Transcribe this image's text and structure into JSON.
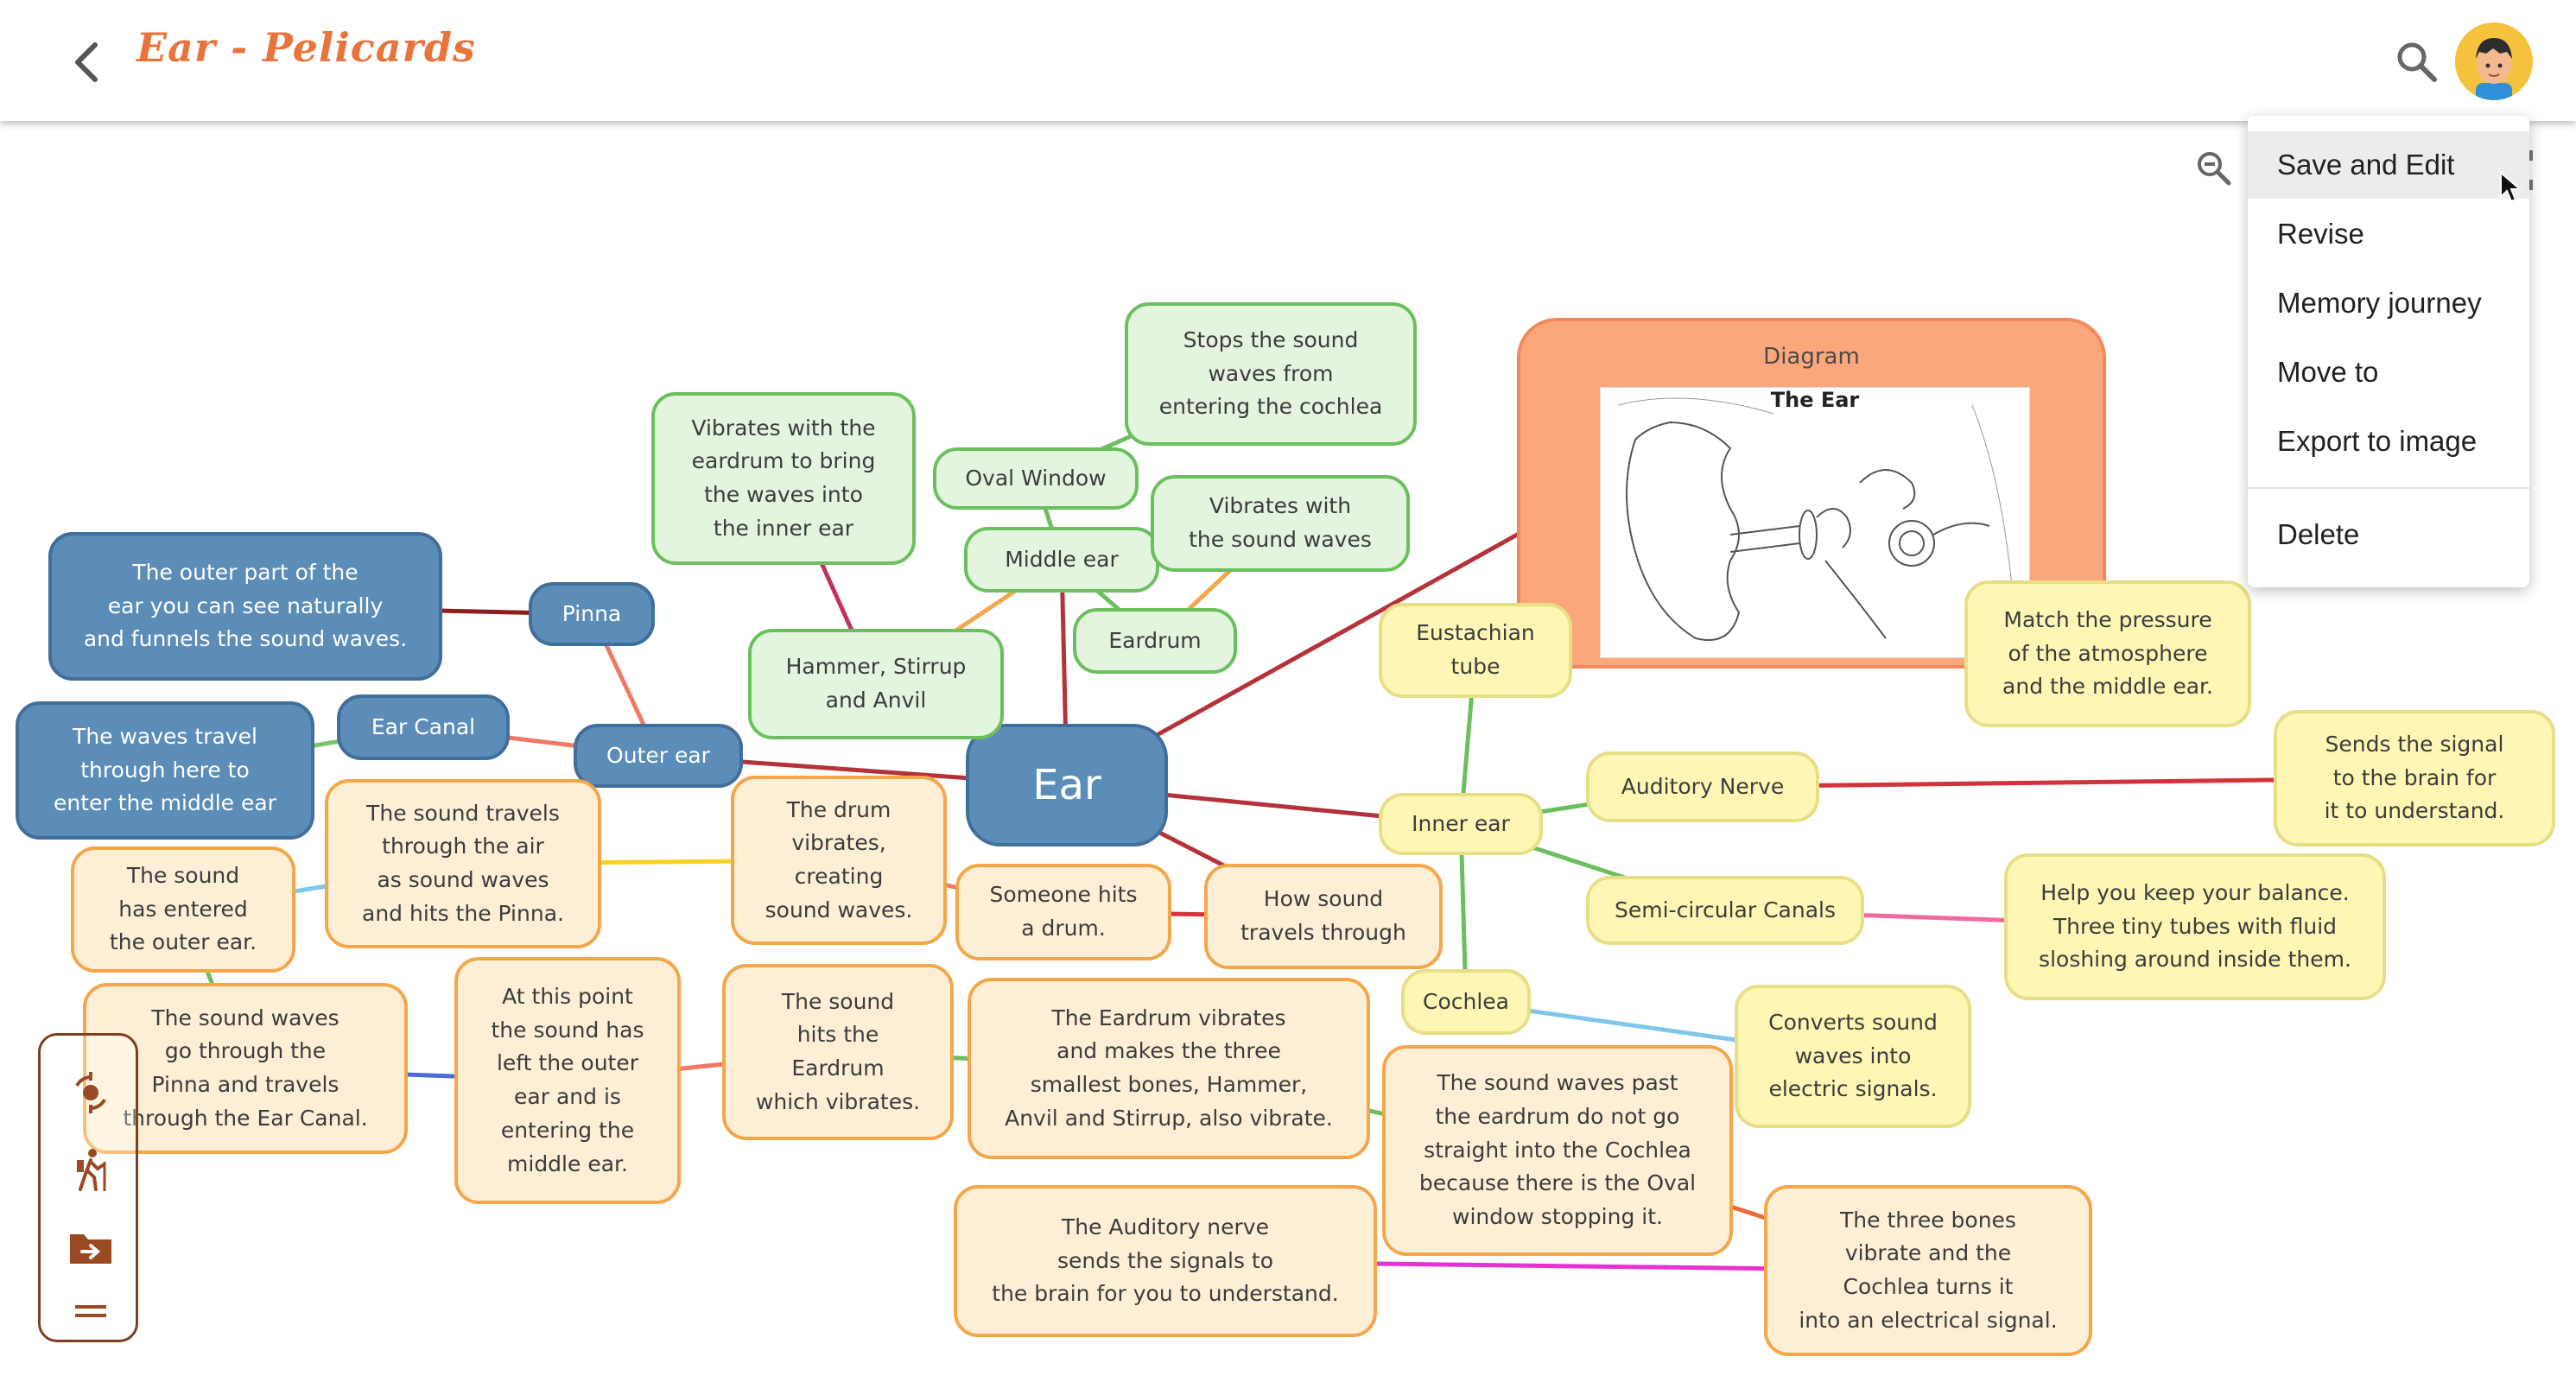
{
  "header": {
    "title": "Ear - Pelicards",
    "back_icon": "chevron-left-icon",
    "search_icon": "search-icon",
    "avatar_icon": "avatar-icon"
  },
  "menu": {
    "items": [
      "Save and Edit",
      "Revise",
      "Memory journey",
      "Move to",
      "Export to image"
    ],
    "delete": "Delete",
    "hovered_index": 0
  },
  "diagram": {
    "label": "Diagram",
    "image_title": "The Ear"
  },
  "mindmap": {
    "root": "Ear",
    "nodes": [
      {
        "id": "pinna_desc",
        "text": "The outer part of the\near you can see naturally\nand funnels the sound waves.",
        "style": "blue"
      },
      {
        "id": "pinna",
        "text": "Pinna",
        "style": "blue"
      },
      {
        "id": "earcanal_desc",
        "text": "The waves travel\nthrough here to\nenter the middle ear",
        "style": "blue"
      },
      {
        "id": "earcanal",
        "text": "Ear Canal",
        "style": "blue"
      },
      {
        "id": "outer",
        "text": "Outer ear",
        "style": "blue"
      },
      {
        "id": "hammer_desc",
        "text": "Vibrates with the\neardrum to bring\nthe waves into\nthe inner ear",
        "style": "green"
      },
      {
        "id": "oval",
        "text": "Oval Window",
        "style": "green"
      },
      {
        "id": "stops",
        "text": "Stops the sound\nwaves from\nentering the cochlea",
        "style": "green"
      },
      {
        "id": "middle",
        "text": "Middle ear",
        "style": "green"
      },
      {
        "id": "vibrates",
        "text": "Vibrates with\nthe sound waves",
        "style": "green"
      },
      {
        "id": "hammer",
        "text": "Hammer, Stirrup\nand Anvil",
        "style": "green"
      },
      {
        "id": "eardrum",
        "text": "Eardrum",
        "style": "green"
      },
      {
        "id": "eustachian",
        "text": "Eustachian\ntube",
        "style": "yellow"
      },
      {
        "id": "pressure",
        "text": "Match the pressure\nof the atmosphere\nand the middle ear.",
        "style": "yellow"
      },
      {
        "id": "signal",
        "text": "Sends the signal\nto the brain for\nit to understand.",
        "style": "yellow"
      },
      {
        "id": "auditory",
        "text": "Auditory Nerve",
        "style": "yellow"
      },
      {
        "id": "inner",
        "text": "Inner ear",
        "style": "yellow"
      },
      {
        "id": "semi",
        "text": "Semi-circular Canals",
        "style": "yellow"
      },
      {
        "id": "balance",
        "text": "Help you keep your balance.\nThree tiny tubes with fluid\nsloshing around inside them.",
        "style": "yellow"
      },
      {
        "id": "cochlea",
        "text": "Cochlea",
        "style": "yellow"
      },
      {
        "id": "converts",
        "text": "Converts sound\nwaves into\nelectric signals.",
        "style": "yellow"
      },
      {
        "id": "sound_entered",
        "text": "The sound\nhas entered\nthe outer ear.",
        "style": "orange"
      },
      {
        "id": "sound_travels",
        "text": "The sound travels\nthrough the air\nas sound waves\nand hits the Pinna.",
        "style": "orange"
      },
      {
        "id": "drum_vibrates",
        "text": "The drum\nvibrates,\ncreating\nsound waves.",
        "style": "orange"
      },
      {
        "id": "someone",
        "text": "Someone hits\na drum.",
        "style": "orange"
      },
      {
        "id": "how",
        "text": "How sound\ntravels through",
        "style": "orange"
      },
      {
        "id": "go_through",
        "text": "The sound waves\ngo through the\nPinna and travels\nthrough the Ear Canal.",
        "style": "orange"
      },
      {
        "id": "at_point",
        "text": "At this point\nthe sound has\nleft the outer\near and is\nentering the\nmiddle ear.",
        "style": "orange"
      },
      {
        "id": "hits_eardrum",
        "text": "The sound\nhits the\nEardrum\nwhich vibrates.",
        "style": "orange"
      },
      {
        "id": "eardrum_vib",
        "text": "The Eardrum vibrates\nand makes the three\nsmallest bones, Hammer,\nAnvil and Stirrup, also vibrate.",
        "style": "orange"
      },
      {
        "id": "past",
        "text": "The sound waves past\nthe eardrum do not go\nstraight into the Cochlea\nbecause there is the Oval\nwindow stopping it.",
        "style": "orange"
      },
      {
        "id": "nerve_sends",
        "text": "The Auditory nerve\nsends the signals to\nthe brain for you to understand.",
        "style": "orange"
      },
      {
        "id": "three_bones",
        "text": "The three bones\nvibrate and the\nCochlea turns it\ninto an electrical signal.",
        "style": "orange"
      }
    ]
  },
  "toolbar": {
    "icons": [
      "center-focus-icon",
      "hiking-icon",
      "move-folder-icon",
      "drag-handle-icon"
    ]
  },
  "colors": {
    "title": "#e8743b",
    "blue_node": "#5b8db8",
    "green_node": "#e3f4df",
    "yellow_node": "#fdf6b5",
    "orange_node": "#fdefd6",
    "diagram_box": "#fba77b"
  }
}
